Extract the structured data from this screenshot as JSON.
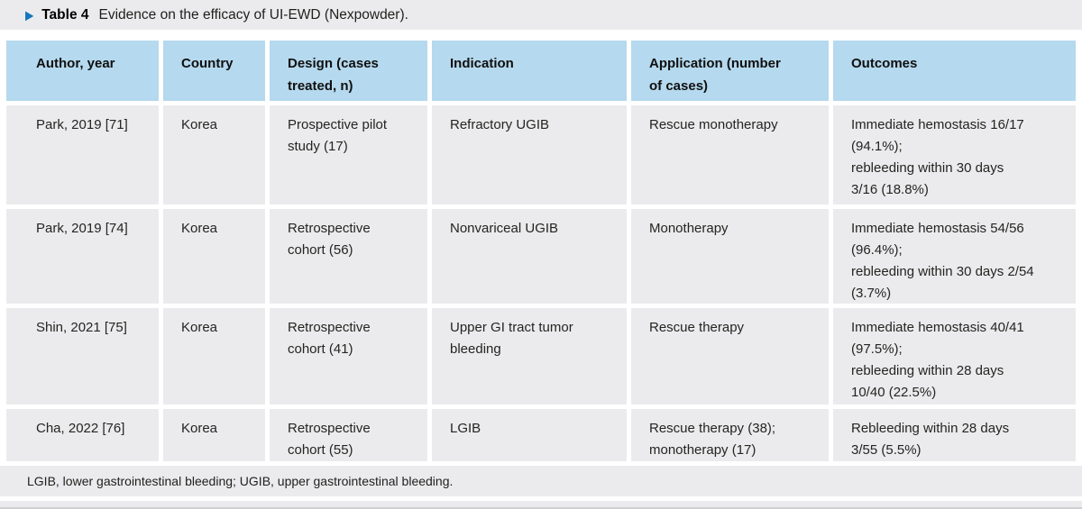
{
  "title": {
    "marker": "▶",
    "label": "Table 4",
    "text": "Evidence on the efficacy of UI-EWD (Nexpowder)."
  },
  "table": {
    "headers": [
      [
        "Author, year"
      ],
      [
        "Country"
      ],
      [
        "Design (cases",
        "treated, n)"
      ],
      [
        "Indication"
      ],
      [
        "Application (number",
        "of cases)"
      ],
      [
        "Outcomes"
      ]
    ],
    "rows": [
      {
        "cells": [
          [
            "Park, 2019 [71]"
          ],
          [
            "Korea"
          ],
          [
            "Prospective pilot",
            "study (17)"
          ],
          [
            "Refractory UGIB"
          ],
          [
            "Rescue monotherapy"
          ],
          [
            "Immediate hemostasis 16/17",
            "(94.1%);",
            "rebleeding within 30 days",
            "3/16 (18.8%)"
          ]
        ]
      },
      {
        "cells": [
          [
            "Park, 2019 [74]"
          ],
          [
            "Korea"
          ],
          [
            "Retrospective",
            "cohort (56)"
          ],
          [
            "Nonvariceal UGIB"
          ],
          [
            "Monotherapy"
          ],
          [
            "Immediate hemostasis 54/56",
            "(96.4%);",
            "rebleeding within 30 days 2/54",
            "(3.7%)"
          ]
        ]
      },
      {
        "cells": [
          [
            "Shin, 2021 [75]"
          ],
          [
            "Korea"
          ],
          [
            "Retrospective",
            "cohort (41)"
          ],
          [
            "Upper GI tract tumor",
            "bleeding"
          ],
          [
            "Rescue therapy"
          ],
          [
            "Immediate hemostasis 40/41",
            "(97.5%);",
            "rebleeding within 28 days",
            "10/40 (22.5%)"
          ]
        ]
      },
      {
        "cells": [
          [
            "Cha, 2022 [76]"
          ],
          [
            "Korea"
          ],
          [
            "Retrospective",
            "cohort (55)"
          ],
          [
            "LGIB"
          ],
          [
            "Rescue therapy (38);",
            "monotherapy (17)"
          ],
          [
            "Rebleeding within 28 days",
            "3/55 (5.5%)"
          ]
        ]
      }
    ],
    "footnote": "LGIB, lower gastrointestinal bleeding; UGIB, upper gastrointestinal bleeding."
  },
  "colors": {
    "accent_blue": "#1577bd",
    "header_bg": "#b5d9ee",
    "row_bg": "#ebebed",
    "page_bg": "#ffffff",
    "text": "#1c1c1c"
  }
}
